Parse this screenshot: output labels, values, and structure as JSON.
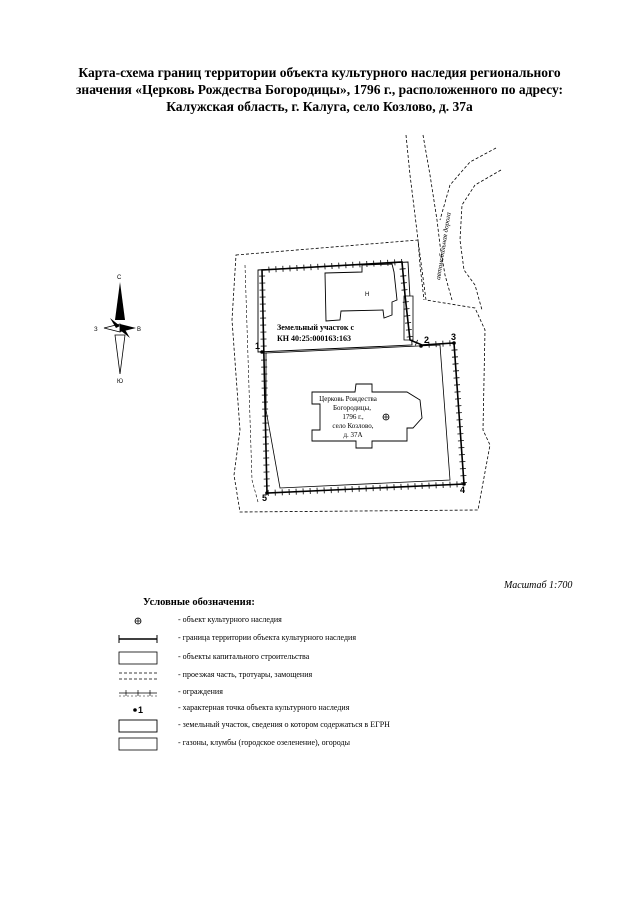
{
  "title": {
    "line1": "Карта-схема границ территории объекта культурного наследия  регионального",
    "line2": "значения «Церковь Рождества Богородицы», 1796 г., расположенного по адресу:",
    "line3": "Калужская область, г. Калуга, село Козлово, д. 37а"
  },
  "map": {
    "road_label": "автомобильная дорога",
    "parcel_label_line1": "Земельный участок с",
    "parcel_label_line2": "КН 40:25:000163:163",
    "building_mark": "Н",
    "church_label_lines": [
      "Церковь Рождества",
      "Богородицы,",
      "1796 г.,",
      "село Козлово,",
      "д. 37А"
    ],
    "points": [
      "1",
      "2",
      "3",
      "4",
      "5"
    ],
    "compass": {
      "north": "С",
      "south": "Ю",
      "west": "З",
      "east": "В"
    }
  },
  "scale": "Масштаб 1:700",
  "legend": {
    "title": "Условные обозначения:",
    "items": [
      {
        "symbol": "heritage-object",
        "text": "- объект культурного наследия"
      },
      {
        "symbol": "territory-boundary",
        "text": "- граница территории объекта культурного наследия"
      },
      {
        "symbol": "capital-building",
        "text": "- объекты капитального строительства"
      },
      {
        "symbol": "roadway",
        "text": "- проезжая часть, тротуары, замощения"
      },
      {
        "symbol": "fence",
        "text": "- ограждения"
      },
      {
        "symbol": "characteristic-point",
        "text": "- характерная точка объекта культурного наследия",
        "sample": "1"
      },
      {
        "symbol": "land-parcel",
        "text": "- земельный участок, сведения о котором содержаться в ЕГРН"
      },
      {
        "symbol": "lawn",
        "text": "- газоны, клумбы (городское озеленение), огороды"
      }
    ]
  }
}
